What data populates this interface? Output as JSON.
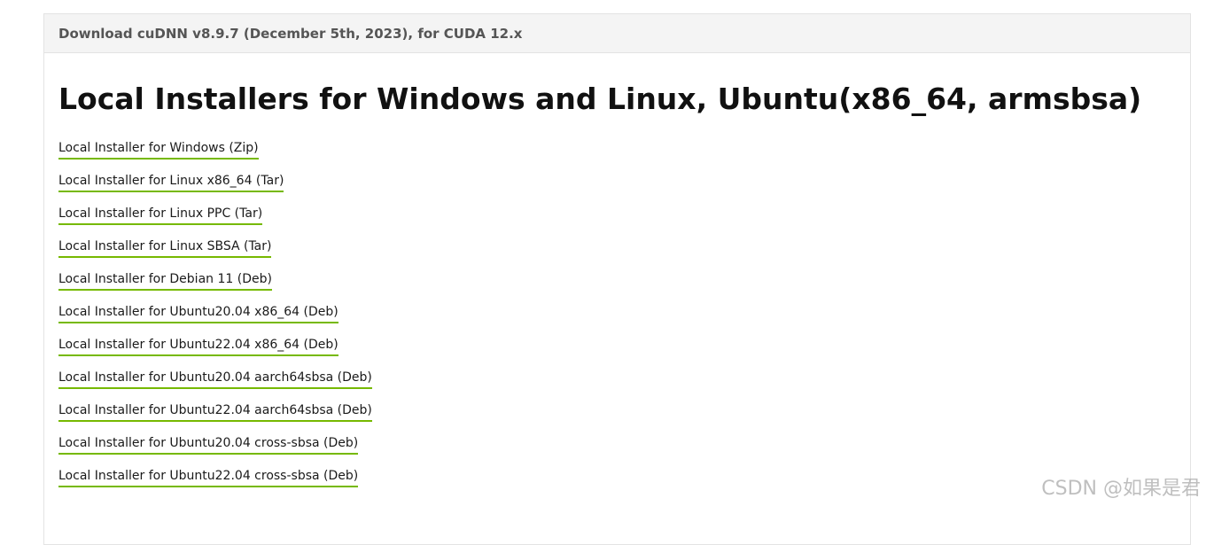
{
  "panel": {
    "header_title": "Download cuDNN v8.9.7 (December 5th, 2023), for CUDA 12.x"
  },
  "section": {
    "title": "Local Installers for Windows and Linux, Ubuntu(x86_64, armsbsa)",
    "links": [
      "Local Installer for Windows (Zip)",
      "Local Installer for Linux x86_64 (Tar)",
      "Local Installer for Linux PPC (Tar)",
      "Local Installer for Linux SBSA (Tar)",
      "Local Installer for Debian 11 (Deb)",
      "Local Installer for Ubuntu20.04 x86_64 (Deb)",
      "Local Installer for Ubuntu22.04 x86_64 (Deb)",
      "Local Installer for Ubuntu20.04 aarch64sbsa (Deb)",
      "Local Installer for Ubuntu22.04 aarch64sbsa (Deb)",
      "Local Installer for Ubuntu20.04 cross-sbsa (Deb)",
      "Local Installer for Ubuntu22.04 cross-sbsa (Deb)"
    ]
  },
  "watermark": "CSDN @如果是君",
  "colors": {
    "link_underline": "#76b900",
    "header_bg": "#f4f4f4"
  }
}
